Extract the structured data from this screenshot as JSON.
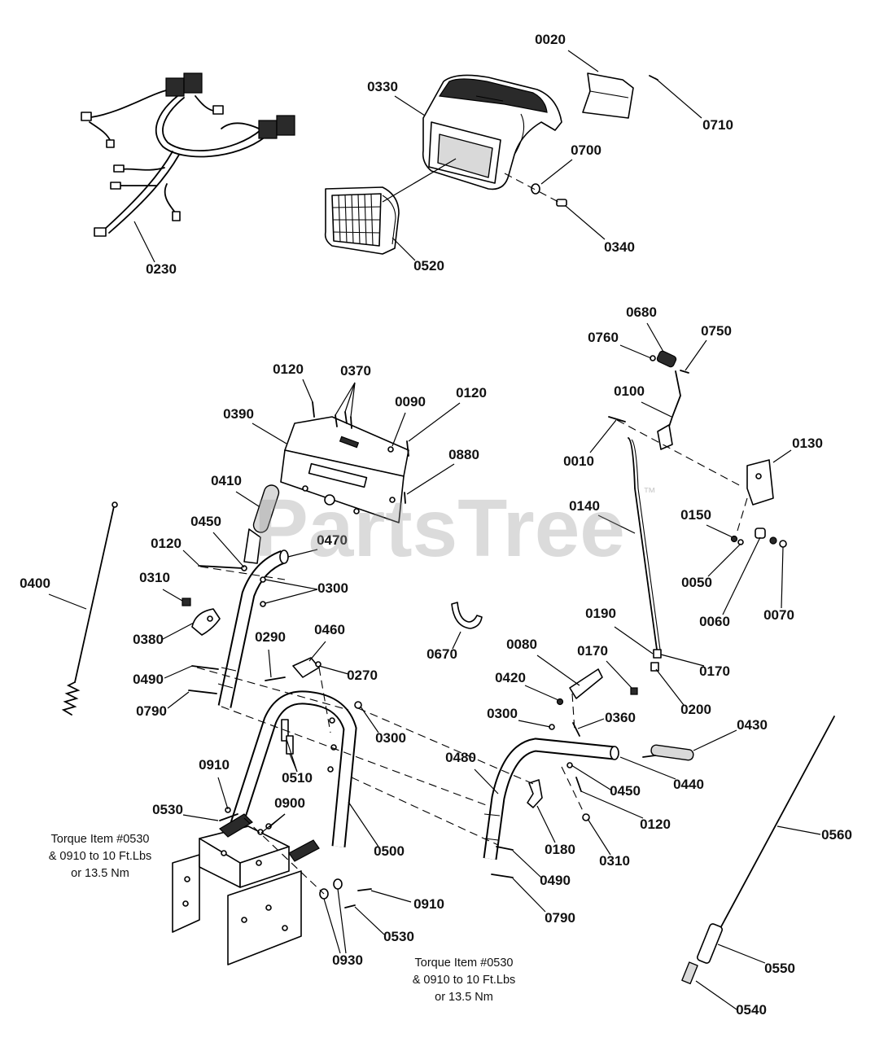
{
  "diagram": {
    "watermark": "PartsTree",
    "watermark_mark": "™",
    "callouts": [
      "0020",
      "0710",
      "0330",
      "0700",
      "0340",
      "0520",
      "0230",
      "0680",
      "0760",
      "0750",
      "0100",
      "0010",
      "0130",
      "0120",
      "0370",
      "0090",
      "0120",
      "0390",
      "0880",
      "0410",
      "0450",
      "0140",
      "0150",
      "0120",
      "0470",
      "0400",
      "0310",
      "0300",
      "0050",
      "0380",
      "0290",
      "0460",
      "0670",
      "0190",
      "0060",
      "0070",
      "0080",
      "0170",
      "0270",
      "0490",
      "0170",
      "0420",
      "0200",
      "0790",
      "0300",
      "0360",
      "0430",
      "0300",
      "0910",
      "0480",
      "0510",
      "0440",
      "0450",
      "0900",
      "0530",
      "0120",
      "0560",
      "0180",
      "0500",
      "0310",
      "0490",
      "0910",
      "0790",
      "0530",
      "0930",
      "0550",
      "0540"
    ],
    "torque_notes": [
      {
        "line1": "Torque Item #0530",
        "line2": "& 0910 to 10 Ft.Lbs",
        "line3": "or 13.5 Nm"
      },
      {
        "line1": "Torque Item #0530",
        "line2": "& 0910 to 10 Ft.Lbs",
        "line3": "or 13.5 Nm"
      }
    ]
  }
}
